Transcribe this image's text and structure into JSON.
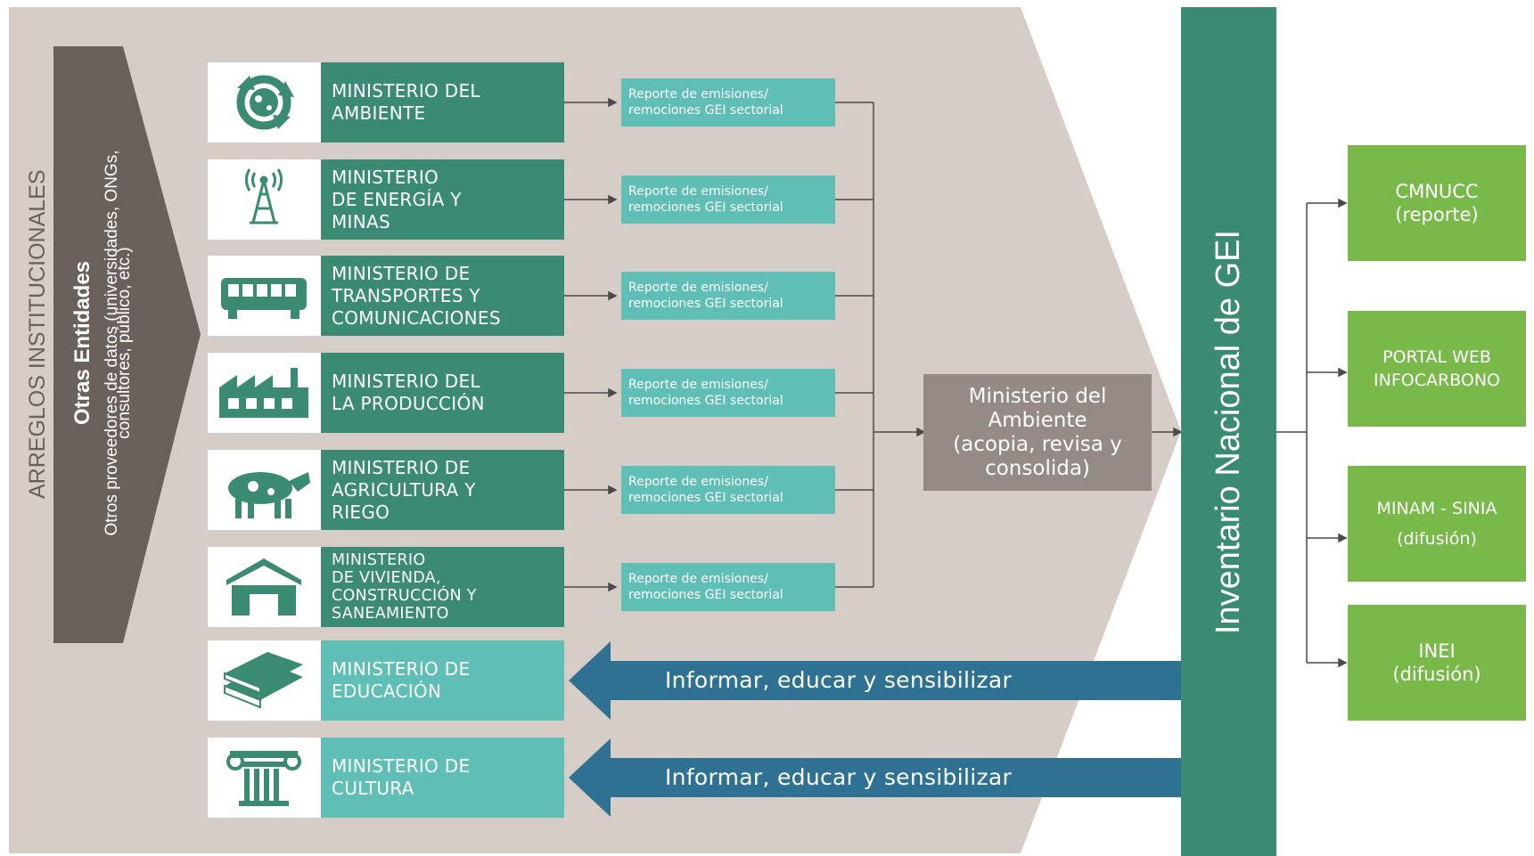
{
  "colors": {
    "background_panel": "#d6cdc6",
    "dark_panel": "#6a615d",
    "ministry_dark": "#3b8a73",
    "ministry_light": "#5fbfb6",
    "report_box": "#5fbfb6",
    "inventory_bar": "#3b8a73",
    "center_box": "#958a86",
    "output_box": "#79b94a",
    "arrow_blue": "#2e7192"
  },
  "left_panel": {
    "title": "ARREGLOS INSTITUCIONALES",
    "entities_title": "Otras Entidades",
    "entities_line1": "Otros proveedores de datos (universidades, ONGs,",
    "entities_line2": "consultores, público, etc.)"
  },
  "ministries": [
    {
      "icon": "recycle-globe-icon",
      "lines": [
        "MINISTERIO DEL",
        "AMBIENTE"
      ]
    },
    {
      "icon": "antenna-tower-icon",
      "lines": [
        "MINISTERIO",
        "DE ENERGÍA Y",
        "MINAS"
      ]
    },
    {
      "icon": "bus-icon",
      "lines": [
        "MINISTERIO DE",
        "TRANSPORTES Y",
        "COMUNICACIONES"
      ]
    },
    {
      "icon": "factory-icon",
      "lines": [
        "MINISTERIO DEL",
        "LA PRODUCCIÓN"
      ]
    },
    {
      "icon": "cow-icon",
      "lines": [
        "MINISTERIO DE",
        "AGRICULTURA Y",
        "RIEGO"
      ]
    },
    {
      "icon": "house-icon",
      "lines": [
        "MINISTERIO",
        "DE VIVIENDA,",
        "CONSTRUCCIÓN Y",
        "SANEAMIENTO"
      ]
    },
    {
      "icon": "books-icon",
      "lines": [
        "MINISTERIO DE",
        "EDUCACIÓN"
      ]
    },
    {
      "icon": "column-icon",
      "lines": [
        "MINISTERIO DE",
        "CULTURA"
      ]
    }
  ],
  "reports": [
    {
      "line1": "Reporte de emisiones/",
      "line2": "remociones GEI sectorial"
    },
    {
      "line1": "Reporte de emisiones/",
      "line2": "remociones GEI sectorial"
    },
    {
      "line1": "Reporte de emisiones/",
      "line2": "remociones GEI sectorial"
    },
    {
      "line1": "Reporte de emisiones/",
      "line2": "remociones GEI sectorial"
    },
    {
      "line1": "Reporte de emisiones/",
      "line2": "remociones GEI sectorial"
    },
    {
      "line1": "Reporte de emisiones/",
      "line2": "remociones GEI sectorial"
    }
  ],
  "center_box": {
    "line1": "Ministerio del",
    "line2": "Ambiente",
    "line3": "(acopia, revisa y",
    "line4": "consolida)"
  },
  "inventory_bar": {
    "label": "Inventario Nacional de GEI"
  },
  "arrows": [
    {
      "label": "Informar, educar y sensibilizar"
    },
    {
      "label": "Informar, educar y sensibilizar"
    }
  ],
  "outputs": [
    {
      "line1": "CMNUCC",
      "line2": "(reporte)"
    },
    {
      "line1": "PORTAL WEB",
      "line2": "INFOCARBONO"
    },
    {
      "line1": "MINAM - SINIA",
      "line2": "(difusión)"
    },
    {
      "line1": "INEI",
      "line2": "(difusión)"
    }
  ]
}
